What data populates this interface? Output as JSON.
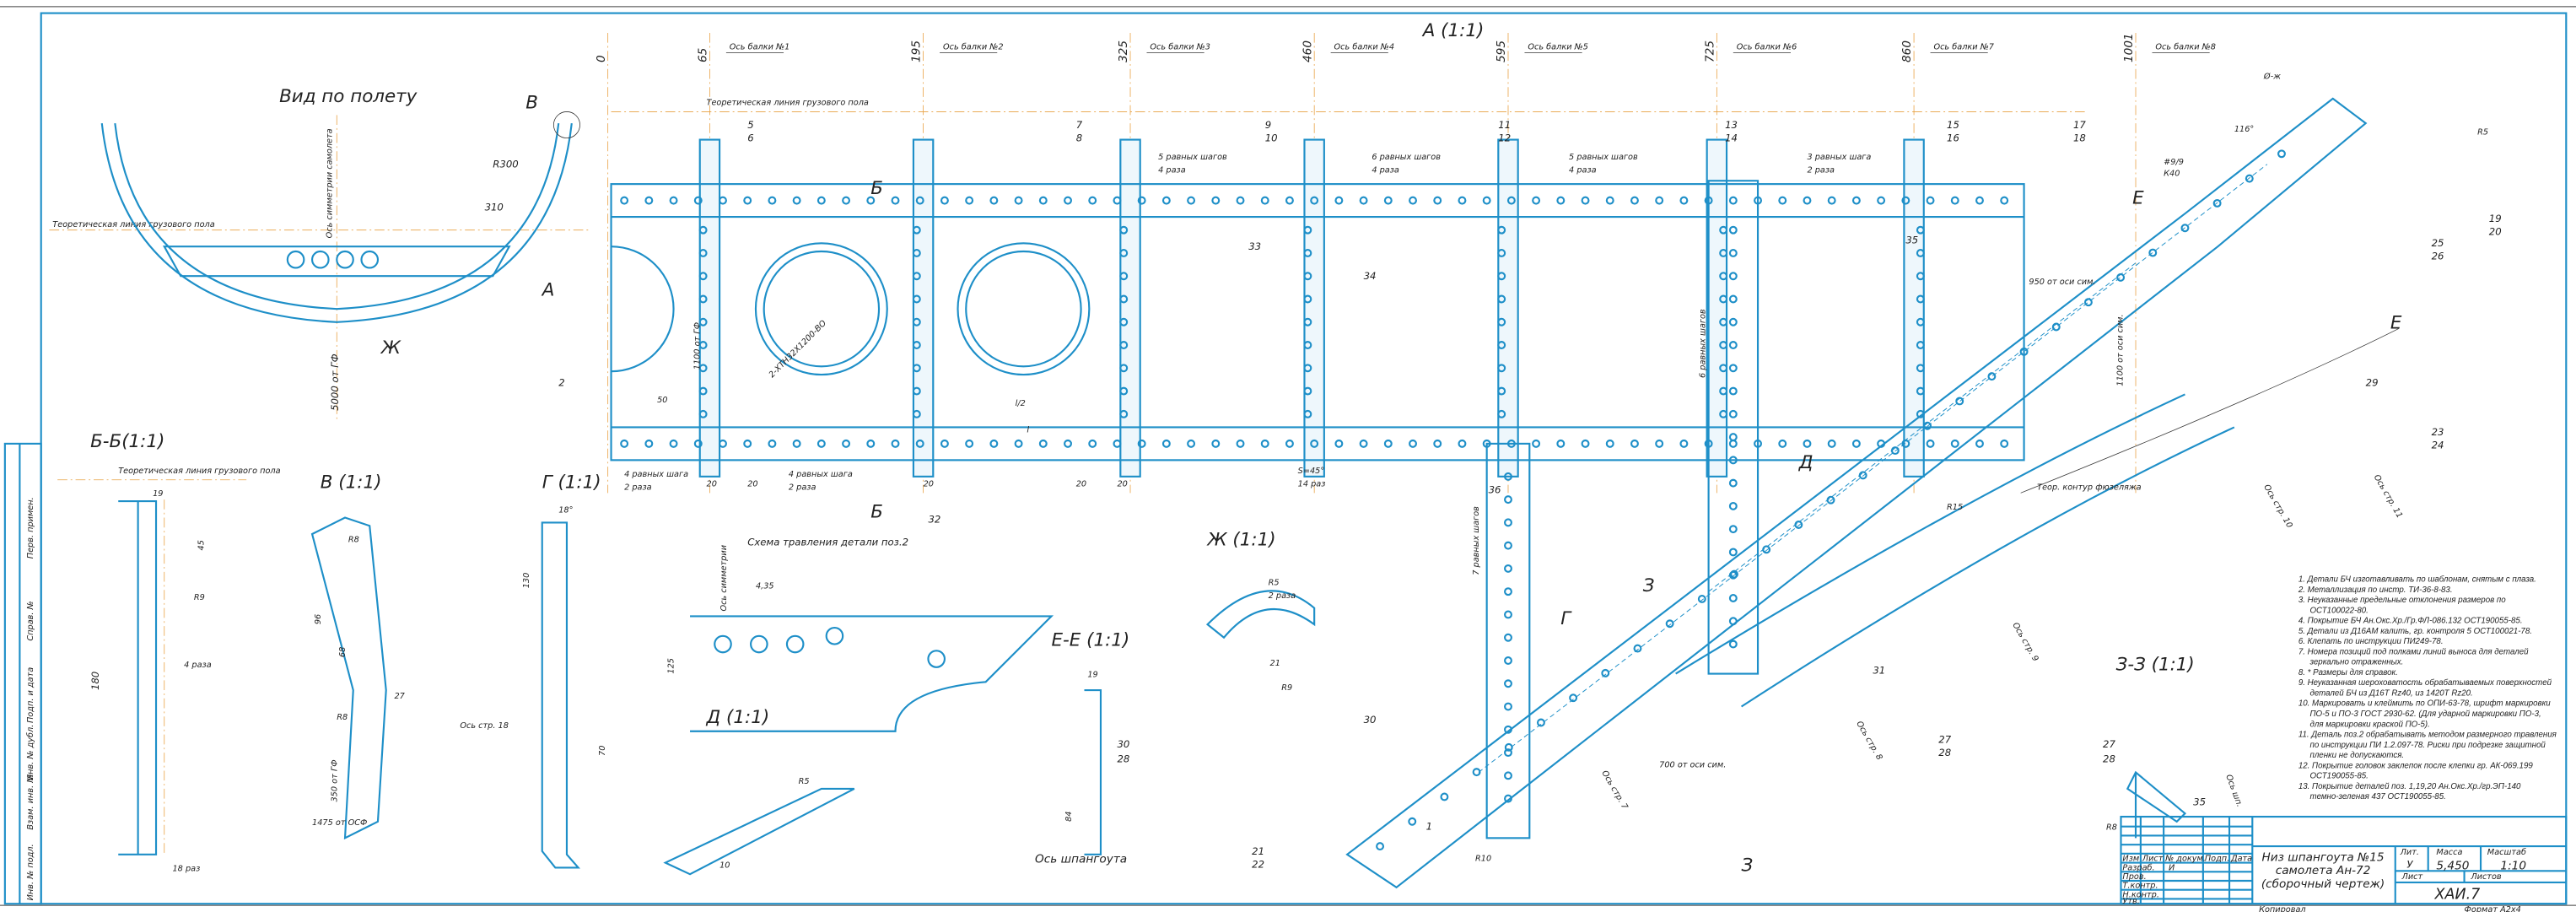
{
  "main_view": {
    "title": "А (1:1)",
    "floor_line": "Теоретическая линия грузового пола",
    "axes": [
      {
        "pos": "0",
        "label": ""
      },
      {
        "pos": "65",
        "label": "Ось балки №1"
      },
      {
        "pos": "195",
        "label": "Ось балки №2"
      },
      {
        "pos": "325",
        "label": "Ось балки №3"
      },
      {
        "pos": "460",
        "label": "Ось балки №4"
      },
      {
        "pos": "595",
        "label": "Ось балки №5"
      },
      {
        "pos": "725",
        "label": "Ось балки №6"
      },
      {
        "pos": "860",
        "label": "Ось балки №7"
      },
      {
        "pos": "1001",
        "label": "Ось балки №8"
      }
    ],
    "pitch_labels": [
      "5 равных шагов",
      "4 раза",
      "6 равных шагов",
      "4 раза",
      "5 равных шагов",
      "4 раза",
      "3 равных шага",
      "2 раза",
      "4 равных шага",
      "2 раза",
      "4 равных шага",
      "2 раза"
    ],
    "dims": [
      "50",
      "20",
      "20",
      "20",
      "20",
      "20",
      "l/2",
      "l",
      "1100 от ГФ",
      "7 равных шагов",
      "6 равных шагов",
      "S=45°",
      "14 раз",
      "950 от оси сим.",
      "1100 от оси сим.",
      "700 от оси сим.",
      "R15",
      "R5",
      "R10",
      "#9/9",
      "К40",
      "Ø-ж",
      "116°"
    ],
    "hole_label": "2-ХТН32Х1200-ВО",
    "contour_label": "Теор. контур фюзеляжа",
    "positions": [
      "1",
      "2",
      "5",
      "6",
      "7",
      "8",
      "9",
      "10",
      "11",
      "12",
      "13",
      "14",
      "15",
      "16",
      "17",
      "18",
      "19",
      "20",
      "21",
      "22",
      "23",
      "24",
      "25",
      "26",
      "27",
      "28",
      "29",
      "30",
      "31",
      "32",
      "33",
      "34",
      "35",
      "36"
    ],
    "stringers": [
      "Ось стр. 7",
      "Ось стр. 8",
      "Ось стр. 9",
      "Ось стр. 10",
      "Ось стр. 11"
    ],
    "section_marks": [
      "Б",
      "Б",
      "Е",
      "Е",
      "З",
      "З",
      "Д",
      "Г"
    ]
  },
  "views": {
    "front": "Вид по полету",
    "front_sym": "Ось симметрии самолета",
    "front_floor": "Теоретическая линия грузового пола",
    "front_dims": [
      "5000 от ГФ",
      "R300",
      "310"
    ],
    "front_marks": [
      "В",
      "А",
      "Ж"
    ],
    "bb": "Б-Б(1:1)",
    "bb_floor": "Теоретическая линия грузового пола",
    "bb_dims": [
      "19",
      "45",
      "R9",
      "180",
      "4 раза",
      "18 раз"
    ],
    "v": "В (1:1)",
    "v_dims": [
      "R8",
      "96",
      "68",
      "R8",
      "27",
      "350 от ГФ",
      "1475 от ОСФ",
      "Ось стр. 18"
    ],
    "g": "Г (1:1)",
    "g_dims": [
      "18°",
      "130",
      "70"
    ],
    "etch": "Схема травления детали поз.2",
    "etch_dims": [
      "4,35",
      "Ось симметрии",
      "125"
    ],
    "d": "Д (1:1)",
    "d_dims": [
      "R5",
      "10"
    ],
    "zh": "Ж (1:1)",
    "zh_dims": [
      "R5",
      "2 раза",
      "21",
      "R9"
    ],
    "ee": "Е-Е (1:1)",
    "ee_dims": [
      "19",
      "84",
      "30",
      "28"
    ],
    "frame_axis": "Ось шпангоута",
    "zz": "З-З (1:1)",
    "zz_dims": [
      "27",
      "28",
      "R8",
      "35",
      "Ось шп."
    ]
  },
  "notes": [
    "1. Детали БЧ изготавливать по шаблонам, снятым с плаза.",
    "2. Металлизация по инстр. ТИ-36-8-83.",
    "3. Неуказанные предельные отклонения размеров по ОСТ100022-80.",
    "4. Покрытие БЧ Ан.Окс.Хр./Гр.ФЛ-086.132 ОСТ190055-85.",
    "5. Детали из Д16АМ калить, гр. контроля 5 ОСТ100021-78.",
    "6. Клепать по инструкции ПИ249-78.",
    "7. Номера позиций под полками линий выноса для деталей зеркально отраженных.",
    "8. * Размеры для справок.",
    "9. Неуказанная шероховатость обрабатываемых поверхностей деталей БЧ из Д16Т Rz40, из 1420Т Rz20.",
    "10. Маркировать и клеймить по ОПИ-63-78, шрифт маркировки ПО-5 и ПО-3 ГОСТ 2930-62. (Для ударной маркировки ПО-3, для маркировки краской ПО-5).",
    "11. Деталь поз.2 обрабатывать методом размерного травления по инструкции ПИ 1.2.097-78. Риски при подрезке защитной пленки не допускаются.",
    "12. Покрытие головок заклепок после клепки гр. АК-069.199 ОСТ190055-85.",
    "13. Покрытие деталей поз. 1,19,20 Ан.Окс.Хр./гр.ЭП-140 темно-зеленая 437 ОСТ190055-85."
  ],
  "title_block": {
    "name_l1": "Низ шпангоута №15",
    "name_l2": "самолета Ан-72",
    "name_l3": "(сборочный чертеж)",
    "cols": [
      "Изм",
      "Лист",
      "№ докум.",
      "Подп.",
      "Дата"
    ],
    "rows": [
      "Разраб.",
      "Пров.",
      "Т.контр.",
      "Н.контр.",
      "Утв."
    ],
    "developer": "И",
    "lit_label": "Лит.",
    "mass_label": "Масса",
    "scale_label": "Масштаб",
    "lit": "У",
    "mass": "5,450",
    "scale": "1:10",
    "sheet_label": "Лист",
    "sheets_label": "Листов",
    "designation": "ХАИ.7",
    "copied": "Копировал",
    "format": "Формат А2х4"
  },
  "side_strip": [
    "Перв. примен.",
    "Справ. №",
    "Подп. и дата",
    "Инв. № дубл.",
    "Взам. инв. №",
    "Подп. и дата",
    "Инв. № подл."
  ]
}
